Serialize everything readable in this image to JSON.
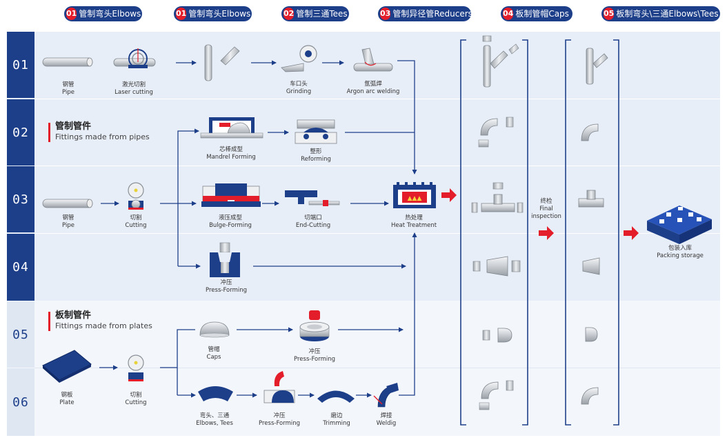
{
  "headers": [
    {
      "num": "01",
      "label": "管制弯头Elbows"
    },
    {
      "num": "01",
      "label": "管制弯头Elbows"
    },
    {
      "num": "02",
      "label": "管制三通Tees"
    },
    {
      "num": "03",
      "label": "管制异径管Reducers"
    },
    {
      "num": "04",
      "label": "板制管帽Caps"
    },
    {
      "num": "05",
      "label": "板制弯头\\三通Elbows\\Tees"
    }
  ],
  "rows": [
    "01",
    "02",
    "03",
    "04",
    "05",
    "06"
  ],
  "sections": {
    "pipes": {
      "zh": "管制管件",
      "en": "Fittings made from pipes"
    },
    "plates": {
      "zh": "板制管件",
      "en": "Fittings made from plates"
    }
  },
  "steps": {
    "pipe1": {
      "zh": "钢管",
      "en": "Pipe"
    },
    "laser": {
      "zh": "激光切割",
      "en": "Laser cutting"
    },
    "grinding": {
      "zh": "车口头",
      "en": "Grinding"
    },
    "welding": {
      "zh": "氩弧焊",
      "en": "Argon arc welding"
    },
    "mandrel": {
      "zh": "芯棒成型",
      "en": "Mandrel Forming"
    },
    "reforming": {
      "zh": "整形",
      "en": "Reforming"
    },
    "pipe3": {
      "zh": "钢管",
      "en": "Pipe"
    },
    "cutting3": {
      "zh": "切割",
      "en": "Cutting"
    },
    "bulge": {
      "zh": "液压成型",
      "en": "Bulge-Forming"
    },
    "endcut": {
      "zh": "切端口",
      "en": "End-Cutting"
    },
    "heat": {
      "zh": "热处理",
      "en": "Heat Treatment"
    },
    "press4": {
      "zh": "冲压",
      "en": "Press-Forming"
    },
    "caps": {
      "zh": "管帽",
      "en": "Caps"
    },
    "press5": {
      "zh": "冲压",
      "en": "Press-Forming"
    },
    "plate": {
      "zh": "钢板",
      "en": "Plate"
    },
    "cutting6": {
      "zh": "切割",
      "en": "Cutting"
    },
    "elbowstees": {
      "zh": "弯头、三通",
      "en": "Elbows, Tees"
    },
    "press6": {
      "zh": "冲压",
      "en": "Press-Forming"
    },
    "trimming": {
      "zh": "磨边",
      "en": "Trimming"
    },
    "weldig": {
      "zh": "焊接",
      "en": "Weldig"
    },
    "final": {
      "zh": "终检",
      "en1": "Final",
      "en2": "inspection"
    },
    "packing": {
      "zh": "包装入库",
      "en": "Packing storage"
    }
  },
  "colors": {
    "navy": "#1d3f8a",
    "band": "#e8eef7",
    "red": "#e31d2a",
    "steel": "#c9cdd2"
  }
}
